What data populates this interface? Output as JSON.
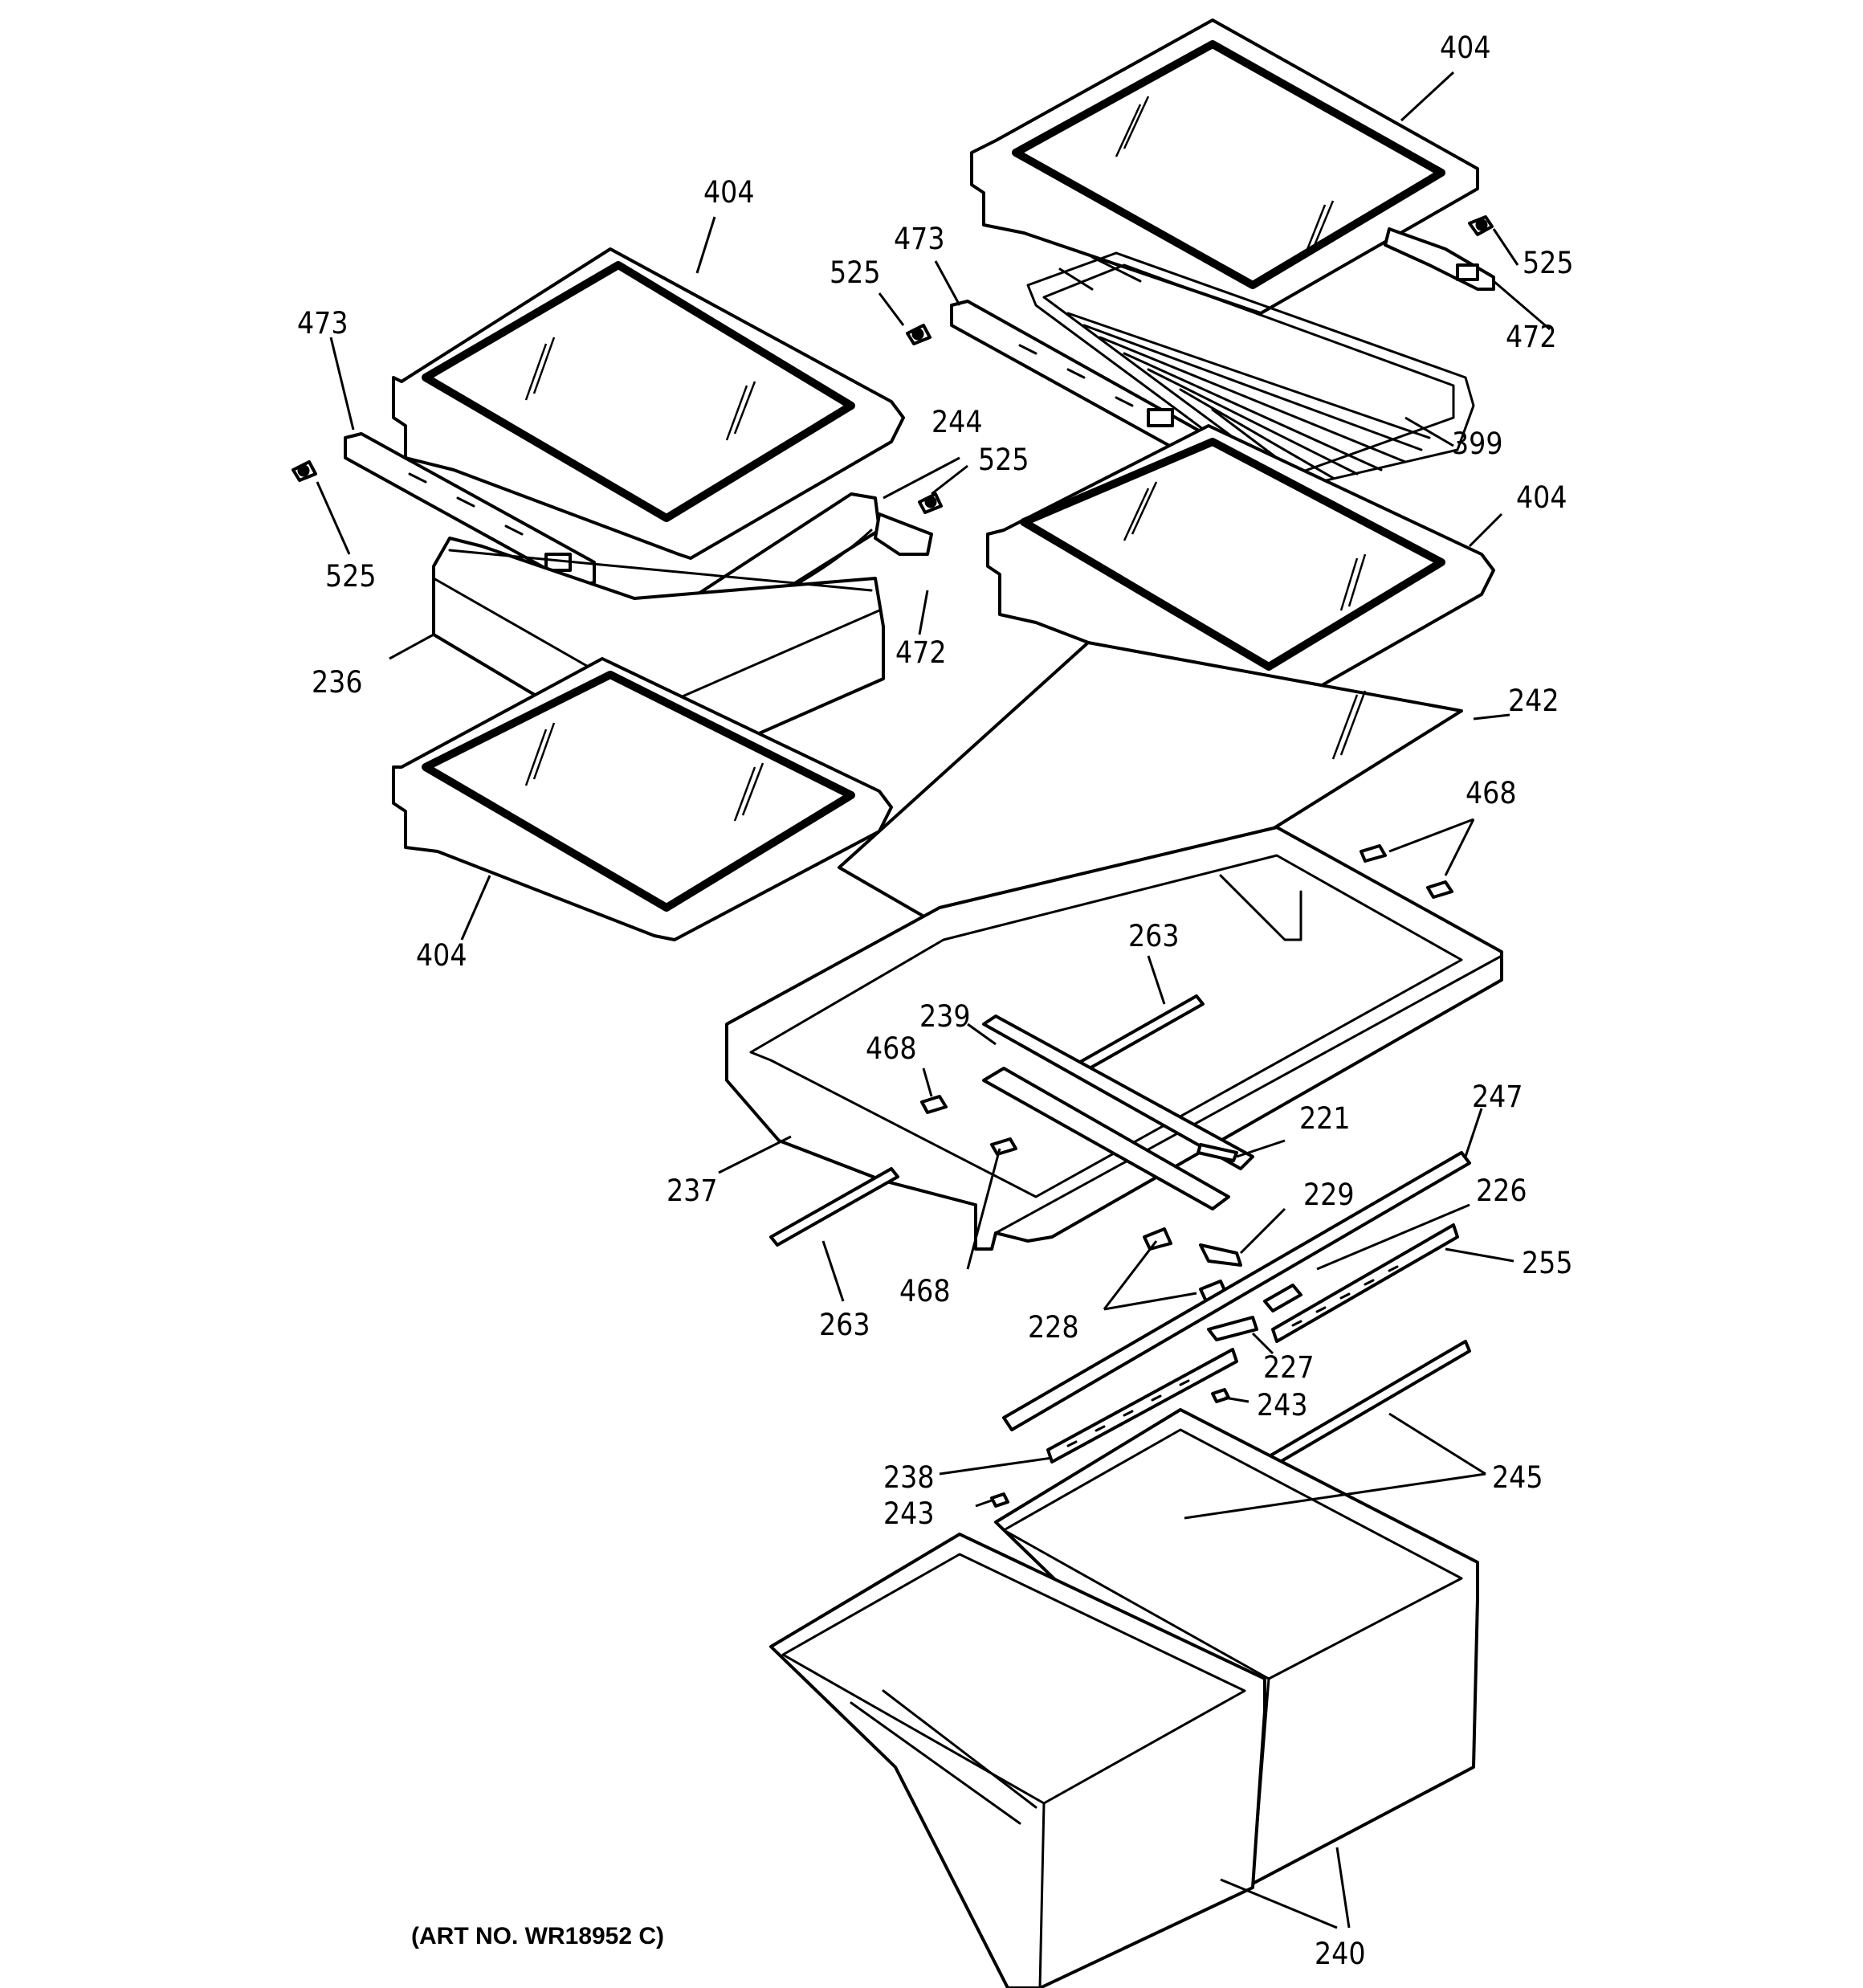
{
  "diagram": {
    "art_number": "(ART NO. WR18952 C)",
    "callouts": [
      {
        "id": "c404_top",
        "text": "404"
      },
      {
        "id": "c404_left_top",
        "text": "404"
      },
      {
        "id": "c473_right",
        "text": "473"
      },
      {
        "id": "c525_mid",
        "text": "525"
      },
      {
        "id": "c525_right_top",
        "text": "525"
      },
      {
        "id": "c472_right",
        "text": "472"
      },
      {
        "id": "c473_left",
        "text": "473"
      },
      {
        "id": "c244",
        "text": "244"
      },
      {
        "id": "c525_center",
        "text": "525"
      },
      {
        "id": "c399",
        "text": "399"
      },
      {
        "id": "c525_left",
        "text": "525"
      },
      {
        "id": "c404_right_mid",
        "text": "404"
      },
      {
        "id": "c472_left",
        "text": "472"
      },
      {
        "id": "c236",
        "text": "236"
      },
      {
        "id": "c242",
        "text": "242"
      },
      {
        "id": "c468_right",
        "text": "468"
      },
      {
        "id": "c404_left_bottom",
        "text": "404"
      },
      {
        "id": "c263_top",
        "text": "263"
      },
      {
        "id": "c239",
        "text": "239"
      },
      {
        "id": "c468_left",
        "text": "468"
      },
      {
        "id": "c221",
        "text": "221"
      },
      {
        "id": "c247",
        "text": "247"
      },
      {
        "id": "c237",
        "text": "237"
      },
      {
        "id": "c229",
        "text": "229"
      },
      {
        "id": "c226",
        "text": "226"
      },
      {
        "id": "c255",
        "text": "255"
      },
      {
        "id": "c468_bottom",
        "text": "468"
      },
      {
        "id": "c228",
        "text": "228"
      },
      {
        "id": "c263_bottom",
        "text": "263"
      },
      {
        "id": "c227",
        "text": "227"
      },
      {
        "id": "c243_right",
        "text": "243"
      },
      {
        "id": "c238",
        "text": "238"
      },
      {
        "id": "c245",
        "text": "245"
      },
      {
        "id": "c243_left",
        "text": "243"
      },
      {
        "id": "c240",
        "text": "240"
      }
    ]
  }
}
